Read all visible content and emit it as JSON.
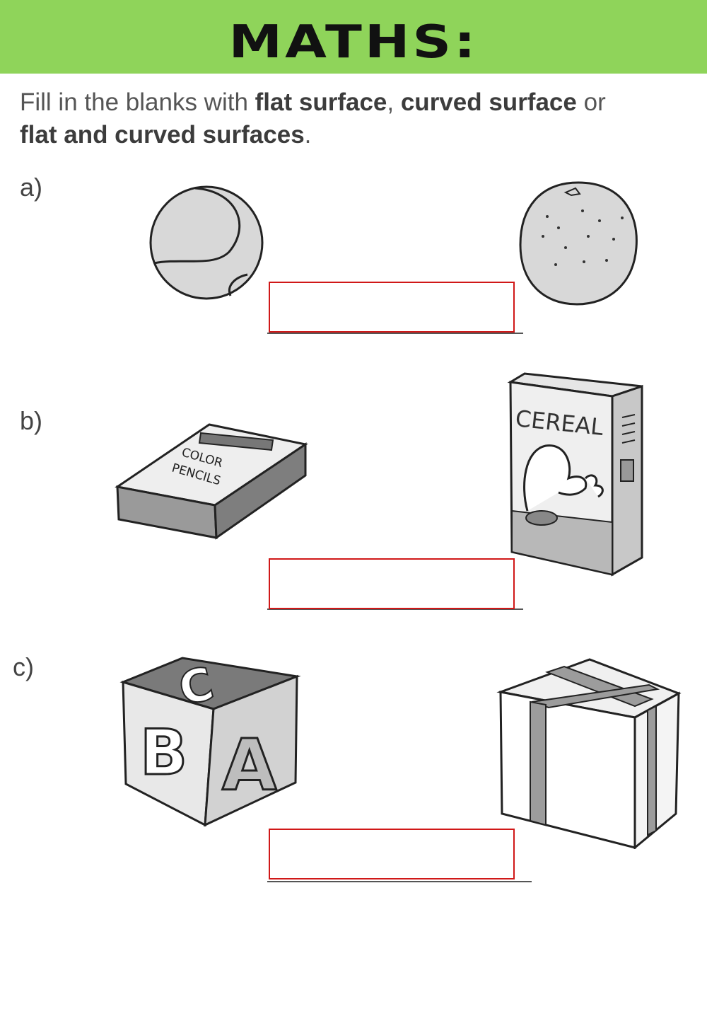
{
  "header": {
    "title": "MATHS:",
    "color": "#8fd45a"
  },
  "instruction": {
    "prefix": "Fill in the blanks with ",
    "option1": "flat surface",
    "sep1": ", ",
    "option2": "curved surface",
    "sep2": " or",
    "option3": "flat and curved surfaces",
    "suffix": "."
  },
  "questions": [
    {
      "label": "a)",
      "answer": "",
      "items": [
        "tennis-ball",
        "orange"
      ]
    },
    {
      "label": "b)",
      "answer": "",
      "items": [
        "color-pencils-box",
        "cereal-box"
      ]
    },
    {
      "label": "c)",
      "answer": "",
      "items": [
        "abc-block",
        "gift-box"
      ]
    }
  ],
  "images": {
    "pencil_box_text_1": "COLOR",
    "pencil_box_text_2": "PENCILS",
    "cereal_text": "CEREAL",
    "block_letter_top": "C",
    "block_letter_left": "B",
    "block_letter_right": "A"
  },
  "accent_color": "#d01818"
}
